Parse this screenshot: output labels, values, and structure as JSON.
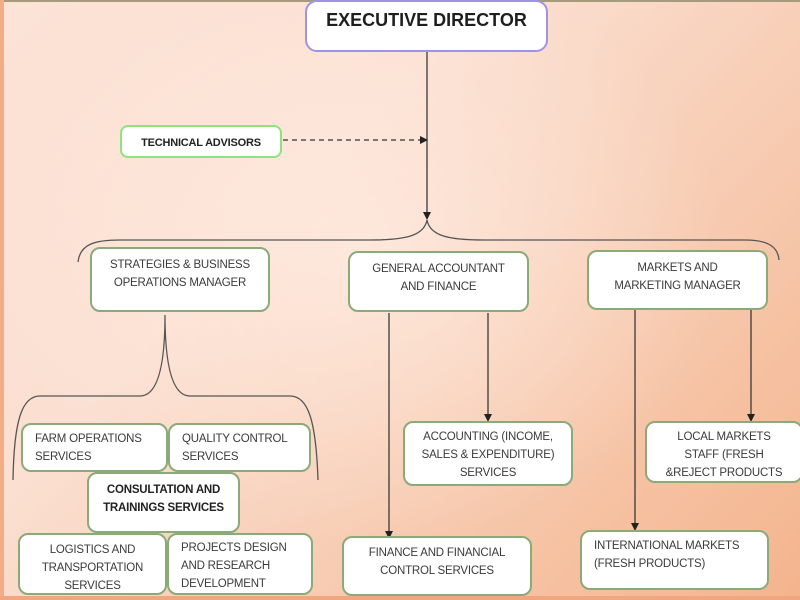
{
  "diagram": {
    "type": "organizational-chart",
    "root": {
      "id": "executive-director",
      "label": "EXECUTIVE DIRECTOR"
    },
    "advisor": {
      "id": "technical-advisors",
      "label": "TECHNICAL ADVISORS",
      "link": "dashed arrow to Executive Director line"
    },
    "managers": [
      {
        "id": "strategies-business-operations-manager",
        "label": "STRATEGIES & BUSINESS OPERATIONS MANAGER",
        "lines": [
          "STRATEGIES & BUSINESS",
          "OPERATIONS MANAGER"
        ],
        "children": [
          {
            "label": "FARM OPERATIONS SERVICES",
            "lines": [
              "FARM OPERATIONS",
              "SERVICES"
            ]
          },
          {
            "label": "QUALITY CONTROL SERVICES",
            "lines": [
              "QUALITY CONTROL",
              "SERVICES"
            ]
          },
          {
            "label": "CONSULTATION AND TRAININGS SERVICES",
            "lines": [
              "CONSULTATION AND",
              "TRAININGS SERVICES"
            ]
          },
          {
            "label": "LOGISTICS AND TRANSPORTATION SERVICES",
            "lines": [
              "LOGISTICS AND",
              "TRANSPORTATION",
              "SERVICES"
            ]
          },
          {
            "label": "PROJECTS DESIGN AND RESEARCH DEVELOPMENT",
            "lines": [
              "PROJECTS DESIGN",
              "AND RESEARCH",
              "DEVELOPMENT"
            ]
          }
        ]
      },
      {
        "id": "general-accountant-and-finance",
        "label": "GENERAL ACCOUNTANT AND FINANCE",
        "lines": [
          "GENERAL ACCOUNTANT",
          "AND FINANCE"
        ],
        "children": [
          {
            "label": "ACCOUNTING (INCOME, SALES & EXPENDITURE) SERVICES",
            "lines": [
              "ACCOUNTING (INCOME,",
              "SALES & EXPENDITURE)",
              "SERVICES"
            ]
          },
          {
            "label": "FINANCE AND FINANCIAL CONTROL SERVICES",
            "lines": [
              "FINANCE AND FINANCIAL",
              "CONTROL SERVICES"
            ]
          }
        ]
      },
      {
        "id": "markets-and-marketing-manager",
        "label": "MARKETS AND MARKETING MANAGER",
        "lines": [
          "MARKETS AND",
          "MARKETING MANAGER"
        ],
        "children": [
          {
            "label": "LOCAL MARKETS STAFF (FRESH &REJECT PRODUCTS",
            "lines": [
              "LOCAL MARKETS",
              "STAFF (FRESH",
              "&REJECT PRODUCTS"
            ]
          },
          {
            "label": "INTERNATIONAL MARKETS (FRESH PRODUCTS)",
            "lines": [
              "INTERNATIONAL MARKETS",
              "(FRESH PRODUCTS)"
            ]
          }
        ]
      }
    ]
  },
  "colors": {
    "background_light": "#fbe3d6",
    "background_dark": "#f4b48d",
    "box_border": "#8aaa78",
    "exec_border": "#9e94e6",
    "advisor_border": "#8ee37c",
    "connector": "#3a3a3a"
  }
}
